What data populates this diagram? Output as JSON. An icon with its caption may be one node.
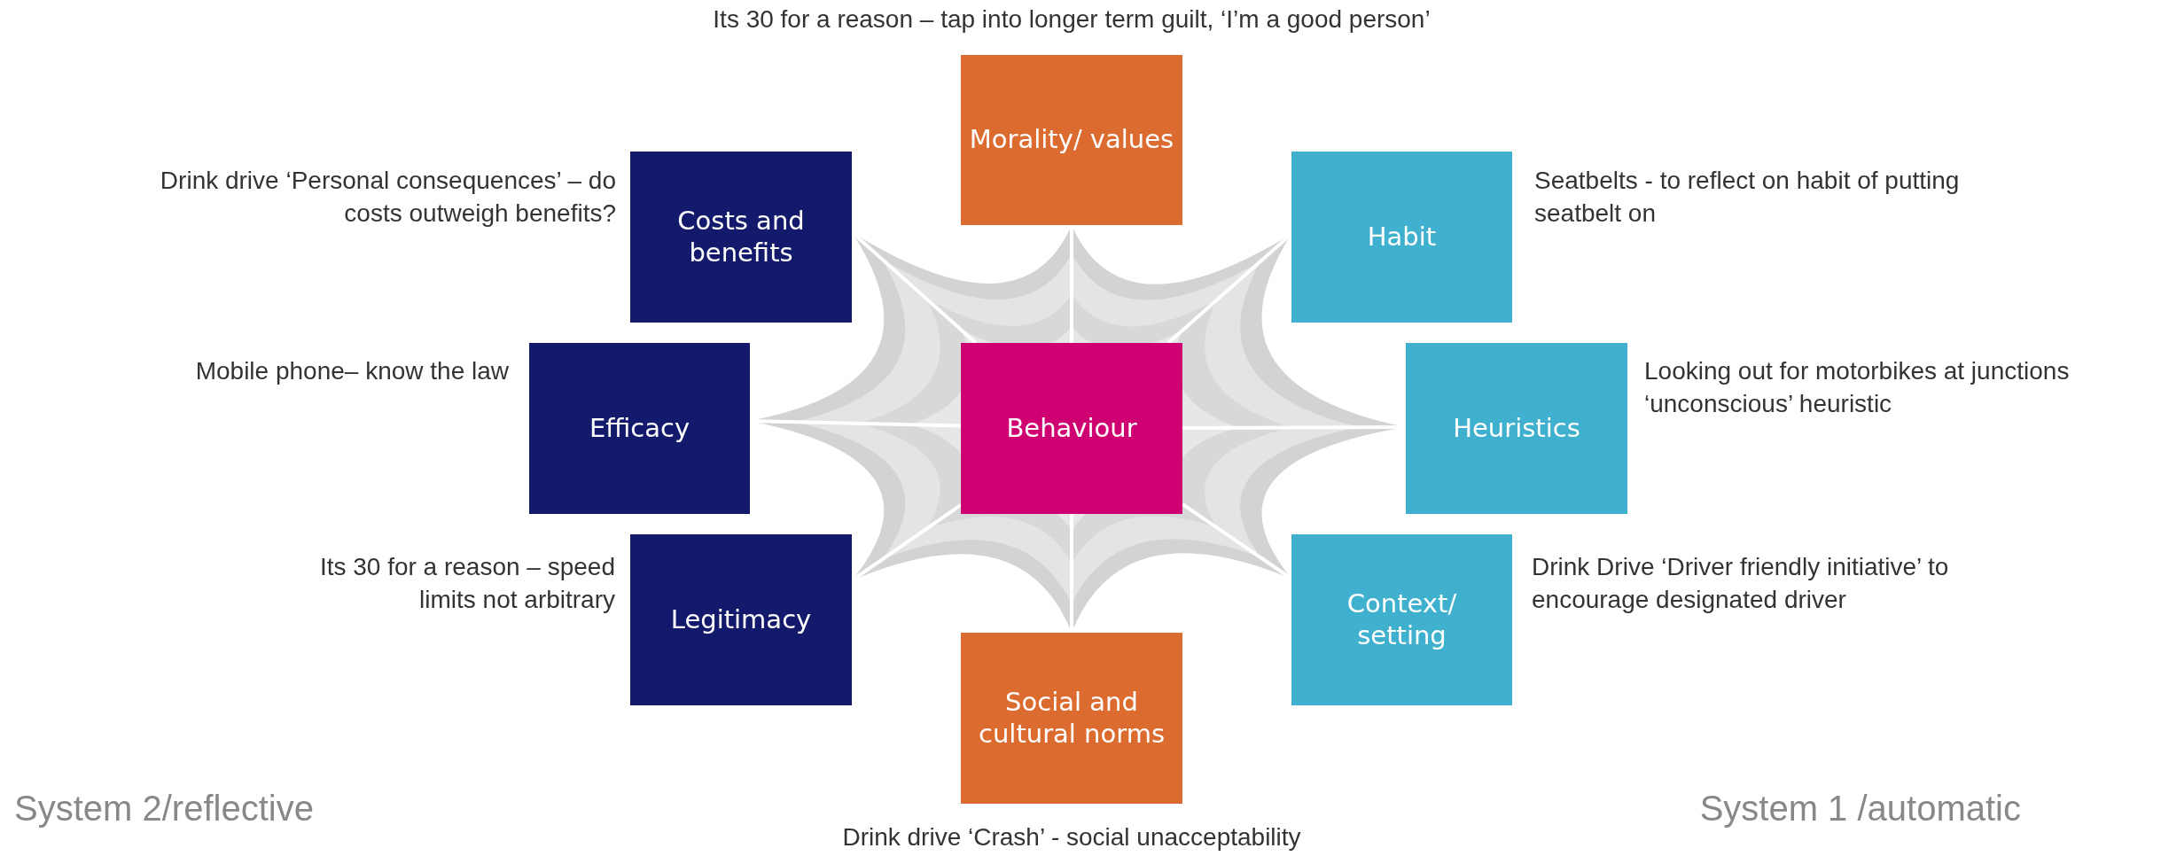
{
  "diagram": {
    "nodes": [
      {
        "text": [
          "Morality/ values"
        ],
        "beside": [
          "Its 30 for a reason – tap into longer term guilt,  ‘I’m a good person’"
        ]
      },
      {
        "text": [
          "Costs and benefits"
        ],
        "beside": [
          "Drink drive ‘Personal consequences’ – do costs outweigh benefits?"
        ]
      },
      {
        "text": [
          "Habit"
        ],
        "beside": [
          "Seatbelts -  to reflect on habit of putting seatbelt on"
        ]
      },
      {
        "text": [
          "Efficacy"
        ],
        "beside": [
          "Mobile phone– know the law"
        ]
      },
      {
        "text": [
          "Behaviour"
        ]
      },
      {
        "text": [
          "Heuristics"
        ],
        "beside": [
          "Looking out for  motorbikes at junctions ‘unconscious’ heuristic"
        ]
      },
      {
        "text": [
          "Legitimacy"
        ],
        "beside": [
          "Its 30 for a reason – speed limits not arbitrary"
        ]
      },
      {
        "text": [
          "Context/ setting"
        ],
        "beside": [
          "Drink Drive ‘Driver friendly initiative’ to encourage designated driver"
        ]
      },
      {
        "text": [
          "Social and cultural norms"
        ],
        "beside": [
          "Drink drive ‘Crash’ - social unacceptability"
        ]
      }
    ],
    "edges": [
      {
        "from": 4,
        "to": 0,
        "arrow": "none"
      },
      {
        "from": 4,
        "to": 1,
        "arrow": "none"
      },
      {
        "from": 4,
        "to": 2,
        "arrow": "none"
      },
      {
        "from": 4,
        "to": 3,
        "arrow": "none"
      },
      {
        "from": 4,
        "to": 5,
        "arrow": "none"
      },
      {
        "from": 4,
        "to": 6,
        "arrow": "none"
      },
      {
        "from": 4,
        "to": 7,
        "arrow": "none"
      },
      {
        "from": 4,
        "to": 8,
        "arrow": "none"
      }
    ],
    "labels": [
      "System 2/reflective",
      "System 1 /automatic"
    ]
  }
}
